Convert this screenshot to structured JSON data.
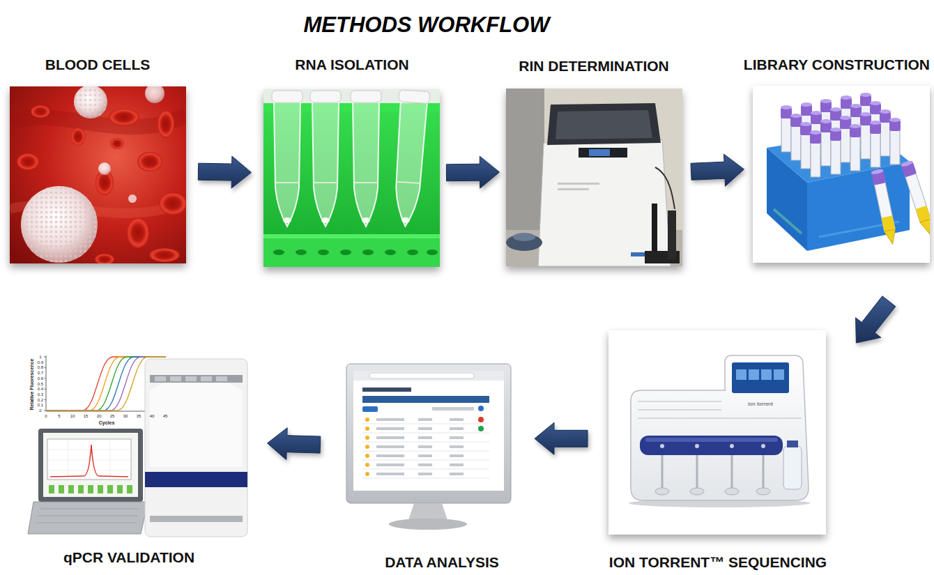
{
  "diagram": {
    "title": "METHODS WORKFLOW",
    "nodes": [
      {
        "text": [
          "BLOOD CELLS"
        ]
      },
      {
        "text": [
          "RNA ISOLATION"
        ]
      },
      {
        "text": [
          "RIN DETERMINATION"
        ]
      },
      {
        "text": [
          "LIBRARY CONSTRUCTION"
        ]
      },
      {
        "text": [
          "ION TORRENT™ SEQUENCING"
        ]
      },
      {
        "text": [
          "DATA ANALYSIS"
        ]
      },
      {
        "text": [
          "qPCR VALIDATION"
        ]
      }
    ],
    "edges": [
      {
        "from": 0,
        "to": 1,
        "arrow": "to"
      },
      {
        "from": 1,
        "to": 2,
        "arrow": "to"
      },
      {
        "from": 2,
        "to": 3,
        "arrow": "to"
      },
      {
        "from": 3,
        "to": 4,
        "arrow": "to"
      },
      {
        "from": 4,
        "to": 5,
        "arrow": "to"
      },
      {
        "from": 5,
        "to": 6,
        "arrow": "to"
      }
    ],
    "labels": [
      "Relative Fluorescence",
      "Cycles",
      "1",
      "0.9",
      "0.8",
      "0.7",
      "0.6",
      "0.5",
      "0.4",
      "0.3",
      "0.2",
      "0.1",
      "0",
      "0",
      "5",
      "10",
      "15",
      "20",
      "25",
      "30",
      "35",
      "40",
      "45",
      "ion torrent"
    ]
  }
}
